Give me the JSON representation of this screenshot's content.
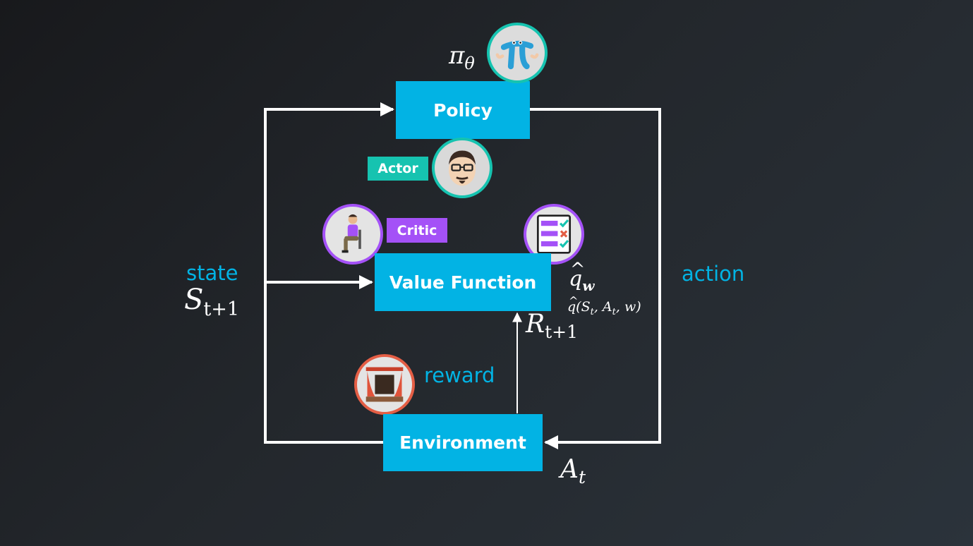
{
  "boxes": {
    "policy": "Policy",
    "value_function": "Value Function",
    "environment": "Environment"
  },
  "tags": {
    "actor": "Actor",
    "critic": "Critic"
  },
  "labels": {
    "state": "state",
    "action": "action",
    "reward": "reward"
  },
  "math": {
    "pi_symbol": "π",
    "theta_sub": "θ",
    "state_symbol": "S",
    "state_sub": "t+1",
    "reward_symbol": "R",
    "reward_sub": "t+1",
    "action_symbol": "A",
    "action_sub": "t",
    "q_symbol": "q",
    "q_sub": "w",
    "q_full_prefix": "q",
    "q_full_args": "(S",
    "q_full_s_sub": "t",
    "q_full_mid": ", A",
    "q_full_a_sub": "t",
    "q_full_end": ", w)"
  },
  "icons": {
    "policy_icon": "pi-character-icon",
    "actor_icon": "actor-face-icon",
    "critic_icon": "critic-seated-person-icon",
    "value_icon": "checklist-icon",
    "reward_icon": "stage-curtain-icon"
  },
  "colors": {
    "box_blue": "#02b3e4",
    "actor_teal": "#16c3b0",
    "critic_purple": "#a451f7",
    "reward_red": "#e45e45",
    "arrow_white": "#ffffff",
    "label_blue": "#02b3e4"
  }
}
